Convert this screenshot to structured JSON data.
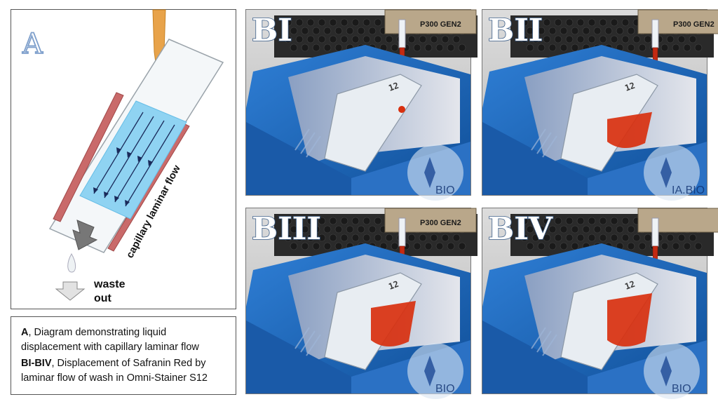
{
  "panel_a": {
    "label": "A",
    "flow_label": "capillary laminar flow",
    "waste_label_1": "waste",
    "waste_label_2": "out"
  },
  "caption": {
    "line1_bold": "A",
    "line1_text": ", Diagram demonstrating liquid displacement with capillary laminar flow",
    "line2_bold": "BI-BIV",
    "line2_text": ", Displacement of Safranin Red by laminar flow of wash in Omni-Stainer S12"
  },
  "photos": [
    {
      "label": "BI",
      "device": "P300 GEN2",
      "slide": "12",
      "bio": "BIO",
      "red_fill": 0.05
    },
    {
      "label": "BII",
      "device": "P300 GEN2",
      "slide": "12",
      "bio": "IA.BIO",
      "red_fill": 0.35
    },
    {
      "label": "BIII",
      "device": "P300 GEN2",
      "slide": "12",
      "bio": "BIO",
      "red_fill": 0.6
    },
    {
      "label": "BIV",
      "device": "",
      "slide": "12",
      "bio": "BIO",
      "red_fill": 0.8
    }
  ],
  "colors": {
    "stainer_blue": "#1b62b5",
    "stain_red": "#d8300f",
    "wash_blue": "#8fd3f2",
    "pipette_orange": "#e8a34a"
  }
}
